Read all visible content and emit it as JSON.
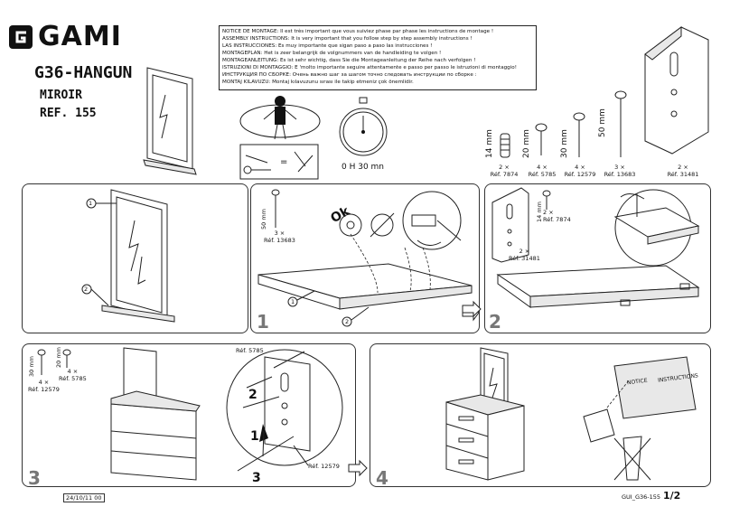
{
  "header": {
    "brand": "GAMI",
    "model": "G36-HANGUN",
    "product": "MIROIR",
    "ref": "REF. 155"
  },
  "notice_lines": [
    "NOTICE DE MONTAGE: Il est très important que vous suiviez phase par phase les instructions de montage !",
    "ASSEMBLY INSTRUCTIONS: It is very important that you follow step by step assembly instructions !",
    "LAS INSTRUCCIONES: Es muy importante que sigan paso a paso las instrucciones !",
    "MONTAGEPLAN: Het is zeer belangrijk de volgnummers van de handleiding te volgen !",
    "MONTAGEANLEITUNG: Es ist sehr wichtig, dass Sie die Montageanleitung der Reihe nach verfolgen !",
    "ISTRUZIONI DI MONTAGGIO: E 'molto importante seguire attentamente e passo per passo le istruzioni di montaggio!",
    "ИНСТРУКЦИЯ ПО СБОРКЕ: Очень важно шаг за шагом точно следовать инструкции по сборке :",
    "MONTAJ KILAVUZU: Montaj kılavuzunu sırası ile takip etmeniz çok önemlidir."
  ],
  "assembly_time": "0 H 30 mn",
  "hardware": [
    {
      "size": "14 mm",
      "qty": "2 ×",
      "ref": "Réf. 7874"
    },
    {
      "size": "20 mm",
      "qty": "4 ×",
      "ref": "Réf. 5785"
    },
    {
      "size": "30 mm",
      "qty": "4 ×",
      "ref": "Réf. 12579"
    },
    {
      "size": "50 mm",
      "qty": "3 ×",
      "ref": "Réf. 13683"
    },
    {
      "size": "",
      "qty": "2 ×",
      "ref": "Réf. 31481"
    }
  ],
  "steps": {
    "s1": {
      "number": "1",
      "part1": "1",
      "part2": "2",
      "screw_size": "50 mm",
      "screw_qty": "3 ×",
      "screw_ref": "Réf. 13683",
      "ok": "Ok"
    },
    "s2": {
      "number": "2",
      "screw_size": "14 mm",
      "screw_qty": "2 ×",
      "screw_ref": "Réf. 7874",
      "bracket_qty": "2 ×",
      "bracket_ref": "Réf. 31481"
    },
    "s3": {
      "number": "3",
      "size_a": "30 mm",
      "qty_a": "4 ×",
      "ref_a": "Réf. 12579",
      "size_b": "20 mm",
      "qty_b": "4 ×",
      "ref_b": "Réf. 5785",
      "callout_top": "Réf. 5785",
      "callout_bottom": "Réf. 12579",
      "sub1": "1",
      "sub2": "2",
      "sub3": "3"
    },
    "s4": {
      "number": "4",
      "notice_word_1": "NOTICE",
      "notice_word_2": "INSTRUCTIONS"
    }
  },
  "footer": {
    "date": "24/10/11",
    "suffix": "00",
    "code": "GUI_G36-155",
    "page": "1/2"
  }
}
